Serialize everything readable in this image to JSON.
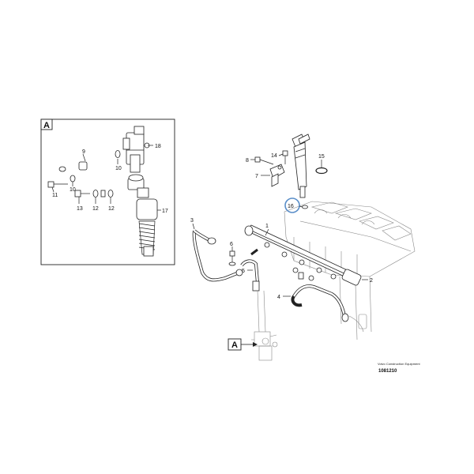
{
  "detail_view": {
    "label": "A"
  },
  "callout_view": {
    "label": "A"
  },
  "detail_parts": [
    {
      "id": "d9",
      "number": "9"
    },
    {
      "id": "d10a",
      "number": "10"
    },
    {
      "id": "d10b",
      "number": "10"
    },
    {
      "id": "d11",
      "number": "11"
    },
    {
      "id": "d12a",
      "number": "12"
    },
    {
      "id": "d12b",
      "number": "12"
    },
    {
      "id": "d13",
      "number": "13"
    },
    {
      "id": "d17",
      "number": "17"
    },
    {
      "id": "d18",
      "number": "18"
    }
  ],
  "main_parts": [
    {
      "id": "m1",
      "number": "1"
    },
    {
      "id": "m2",
      "number": "2"
    },
    {
      "id": "m3",
      "number": "3"
    },
    {
      "id": "m4",
      "number": "4"
    },
    {
      "id": "m5",
      "number": "5"
    },
    {
      "id": "m6",
      "number": "6"
    },
    {
      "id": "m7",
      "number": "7"
    },
    {
      "id": "m8",
      "number": "8"
    },
    {
      "id": "m14",
      "number": "14"
    },
    {
      "id": "m15",
      "number": "15"
    },
    {
      "id": "m16",
      "number": "16",
      "highlighted": true
    }
  ],
  "footer": {
    "publisher": "Volvo Construction Equipment",
    "drawing_number": "1081210"
  },
  "colors": {
    "line": "#222222",
    "highlight": "#5b8fc9",
    "shadow": "#999999"
  }
}
